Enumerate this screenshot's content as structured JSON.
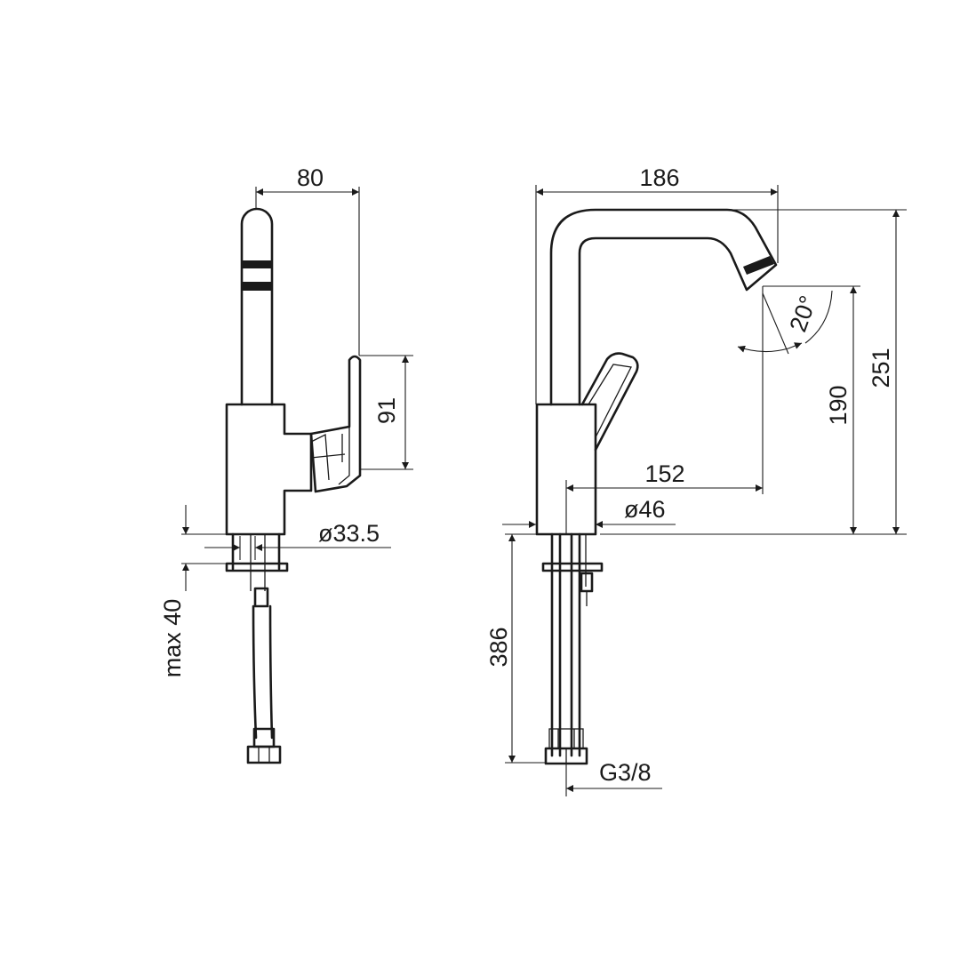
{
  "dimensions": {
    "side_depth": "80",
    "lever_height": "91",
    "hole_diameter": "ø33.5",
    "max_thickness": "max 40",
    "projection_total": "186",
    "total_height": "251",
    "spout_height": "190",
    "spout_reach": "152",
    "body_diameter": "ø46",
    "spout_angle": "20°",
    "hose_length": "386",
    "thread": "G3/8"
  },
  "colors": {
    "line": "#1a1a1a",
    "background": "#ffffff"
  }
}
